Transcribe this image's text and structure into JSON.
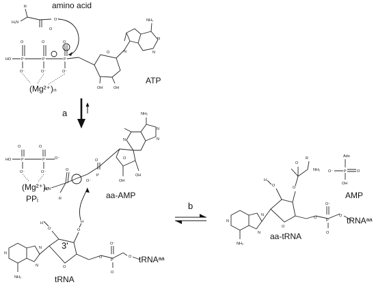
{
  "diagram": {
    "reactant_labels": {
      "amino_acid": "amino acid",
      "atp": "ATP",
      "mg_complex": "(Mg²⁺)ₙ"
    },
    "step_a": {
      "label": "a",
      "products": {
        "ppi": "PPᵢ",
        "ppi_mg": "(Mg²⁺)ₙ",
        "aa_amp": "aa-AMP",
        "trna": "tRNA",
        "position": "3'",
        "trna_aa_1": "tRNAᵃᵃ"
      }
    },
    "step_b": {
      "label": "b",
      "products": {
        "aa_trna": "aa-tRNA",
        "amp": "AMP",
        "ado": "Ado",
        "trna_aa_2": "tRNAᵃᵃ"
      }
    },
    "atoms": {
      "R": "R",
      "H2N": "H₂N",
      "NH2": "NH₂",
      "O": "O",
      "O_minus": "O⁻",
      "OH": "OH",
      "HO": "HO",
      "P": "P",
      "N": "N",
      "H": "H"
    }
  }
}
